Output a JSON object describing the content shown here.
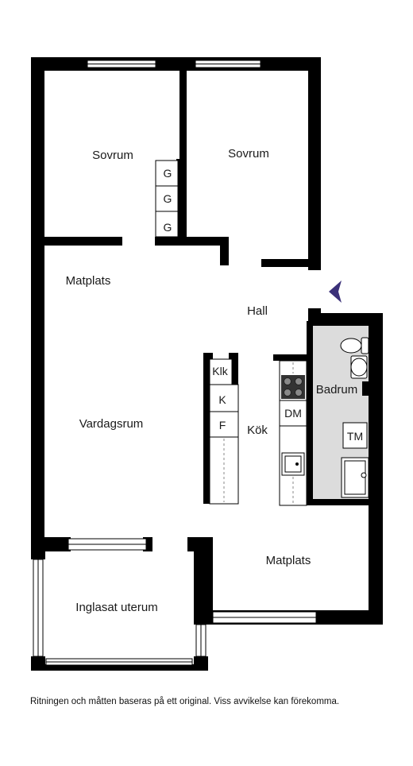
{
  "rooms": {
    "sovrum_left": "Sovrum",
    "sovrum_right": "Sovrum",
    "matplats_top": "Matplats",
    "hall": "Hall",
    "vardagsrum": "Vardagsrum",
    "kok": "Kök",
    "badrum": "Badrum",
    "matplats_bottom": "Matplats",
    "uterum": "Inglasat uterum"
  },
  "fixtures": {
    "wardrobe_1": "G",
    "wardrobe_2": "G",
    "wardrobe_3": "G",
    "klk": "Klk",
    "k": "K",
    "f": "F",
    "dm": "DM",
    "tm": "TM"
  },
  "colors": {
    "wall": "#000000",
    "bathroom_floor": "#dcdcdc",
    "entrance_arrow": "#3b3079"
  },
  "icons": {
    "entrance": "entrance-arrow-icon",
    "stove": "stove-icon",
    "sink": "sink-icon",
    "toilet": "toilet-icon",
    "washbasin": "washbasin-icon",
    "shower": "shower-icon"
  },
  "disclaimer": "Ritningen och måtten baseras på ett original. Viss avvikelse kan förekomma."
}
